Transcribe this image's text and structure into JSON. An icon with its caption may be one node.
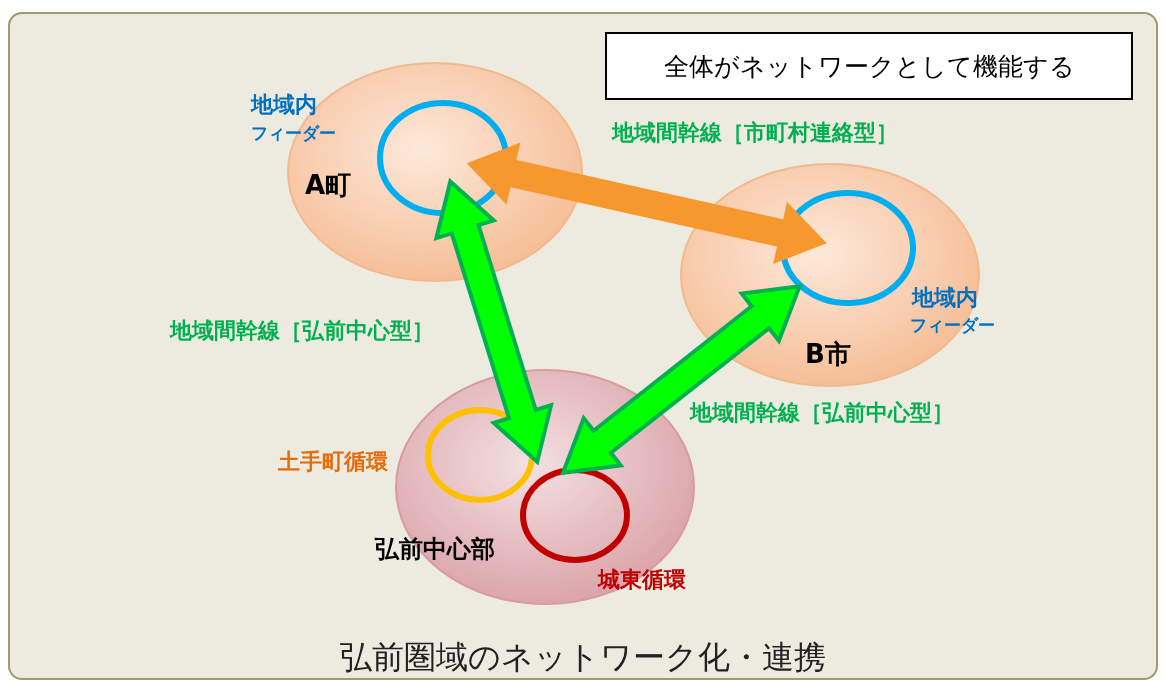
{
  "diagram": {
    "caption": "弘前圏域のネットワーク化・連携",
    "nodes": [
      {
        "text": [
          "A町"
        ]
      },
      {
        "text": [],
        "shape": "circle",
        "in": 0,
        "beside": [
          "地域内",
          "フィーダー"
        ]
      },
      {
        "text": [
          "B市"
        ]
      },
      {
        "text": [],
        "shape": "circle",
        "in": 2,
        "beside": [
          "地域内",
          "フィーダー"
        ]
      },
      {
        "text": [
          "弘前中心部"
        ]
      },
      {
        "text": [],
        "shape": "circle",
        "in": 4,
        "beside": [
          "土手町循環"
        ]
      },
      {
        "text": [],
        "shape": "circle",
        "in": 4,
        "beside": [
          "城東循環"
        ]
      },
      {
        "text": [
          "全体がネットワークとして機能する"
        ]
      }
    ],
    "edges": [
      {
        "from": 1,
        "to": 3,
        "arrow": "both",
        "label": "地域間幹線［市町村連絡型］",
        "color": "#f7982f"
      },
      {
        "from": 1,
        "to": 4,
        "arrow": "both",
        "label": "地域間幹線［弘前中心型］"
      },
      {
        "from": 3,
        "to": 4,
        "arrow": "both",
        "label": "地域間幹線［弘前中心型］"
      }
    ]
  }
}
